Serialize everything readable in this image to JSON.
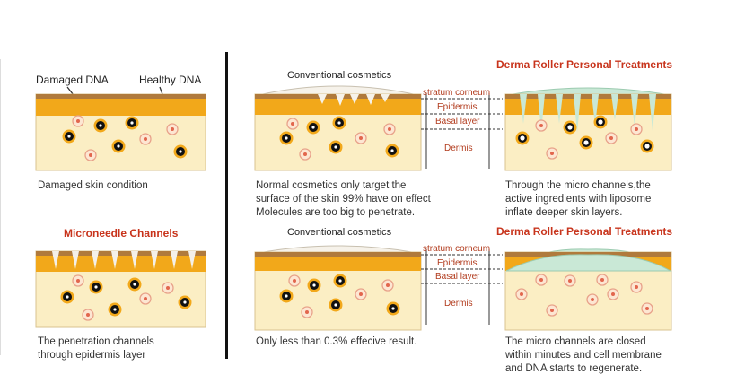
{
  "panel_top_left": {
    "label_damaged": "Damaged DNA",
    "label_healthy": "Healthy DNA",
    "caption": "Damaged skin condition"
  },
  "panel_bottom_left": {
    "title": "Microneedle Channels",
    "caption_line1": "The penetration channels",
    "caption_line2": "through epidermis layer"
  },
  "panel_top_middle": {
    "title": "Conventional cosmetics",
    "caption_line1": "Normal cosmetics only target the",
    "caption_line2": "surface of the skin 99% have on effect",
    "caption_line3": "Molecules are too big to penetrate."
  },
  "panel_bottom_middle": {
    "title": "Conventional cosmetics",
    "caption_line1": "Only less than 0.3% effecive result."
  },
  "layers": {
    "stratum": "stratum corneum",
    "epidermis": "Epidermis",
    "basal": "Basal layer",
    "dermis": "Dermis"
  },
  "panel_top_right": {
    "title": "Derma Roller Personal Treatments",
    "caption_line1": "Through the micro channels,the",
    "caption_line2": "active ingredients with liposome",
    "caption_line3": "inflate deeper skin layers."
  },
  "panel_bottom_right": {
    "title": "Derma Roller Personal Treatments",
    "caption_line1": "The micro channels are closed",
    "caption_line2": "within minutes and cell membrane",
    "caption_line3": "and DNA starts to regenerate."
  },
  "colors": {
    "stratum": "#b07a3c",
    "epidermis": "#f2a81a",
    "dermis": "#fbeec4",
    "divider": "#111111",
    "title_red": "#c8341c"
  }
}
